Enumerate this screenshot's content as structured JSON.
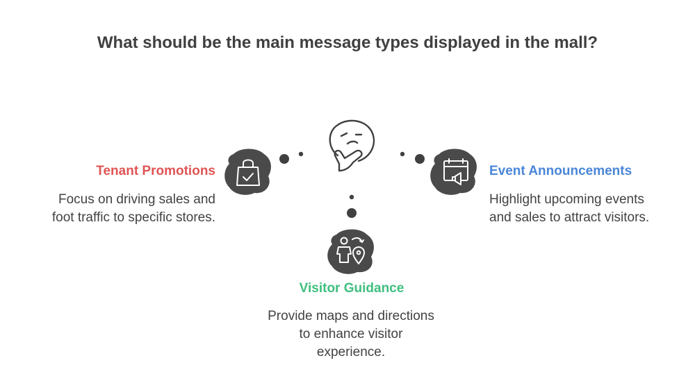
{
  "title": "What should be the main message types displayed in the mall?",
  "center": {
    "icon": "thinking-face-icon"
  },
  "items": [
    {
      "id": "left",
      "label": "Tenant Promotions",
      "color": "#e05555",
      "icon": "shopping-bag-check-icon",
      "description_lines": [
        "Focus on driving sales and",
        "foot traffic to specific stores."
      ]
    },
    {
      "id": "right",
      "label": "Event Announcements",
      "color": "#4a86d8",
      "icon": "calendar-megaphone-icon",
      "description_lines": [
        "Highlight upcoming events",
        "and sales to attract visitors."
      ]
    },
    {
      "id": "bottom",
      "label": "Visitor Guidance",
      "color": "#3fbf7f",
      "icon": "person-location-pin-icon",
      "description_lines": [
        "Provide maps and directions",
        "to enhance visitor",
        "experience."
      ]
    }
  ],
  "colors": {
    "blob": "#4a4a4a",
    "icon_stroke": "#ffffff",
    "connector": "#404040"
  }
}
